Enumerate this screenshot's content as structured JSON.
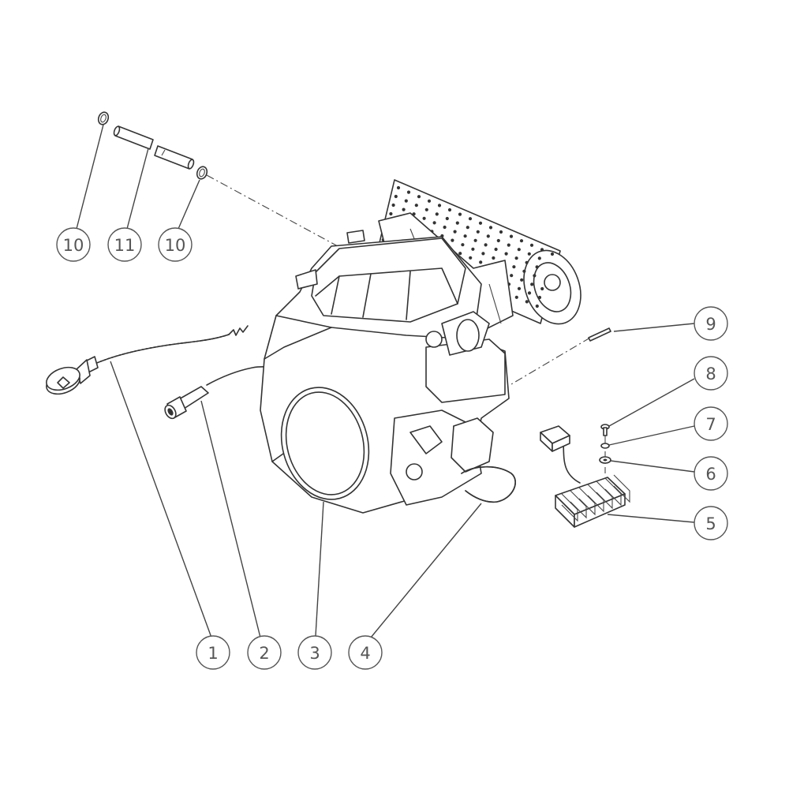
{
  "callouts": [
    {
      "id": "1",
      "label": "1"
    },
    {
      "id": "2",
      "label": "2"
    },
    {
      "id": "3",
      "label": "3"
    },
    {
      "id": "4",
      "label": "4"
    },
    {
      "id": "5",
      "label": "5"
    },
    {
      "id": "6",
      "label": "6"
    },
    {
      "id": "7",
      "label": "7"
    },
    {
      "id": "8",
      "label": "8"
    },
    {
      "id": "9",
      "label": "9"
    },
    {
      "id": "10a",
      "label": "10"
    },
    {
      "id": "11",
      "label": "11"
    },
    {
      "id": "10b",
      "label": "10"
    }
  ],
  "colors": {
    "line": "#333333",
    "callout": "#555555",
    "background": "#ffffff"
  }
}
